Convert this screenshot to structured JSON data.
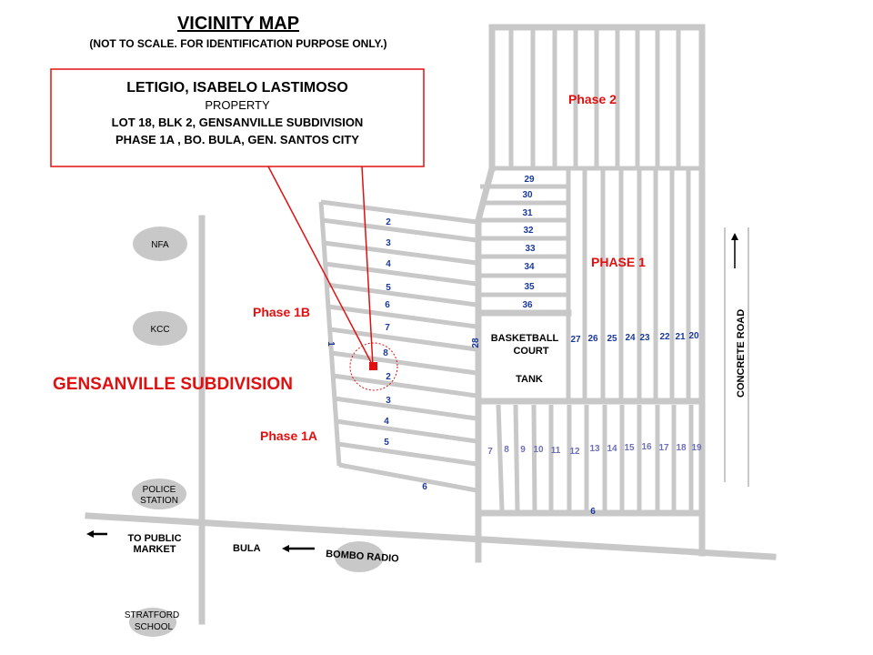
{
  "title": "VICINITY MAP",
  "subtitle": "(NOT TO SCALE. FOR IDENTIFICATION PURPOSE ONLY.)",
  "callout": {
    "owner": "LETIGIO, ISABELO LASTIMOSO",
    "type": "PROPERTY",
    "line1": "LOT 18, BLK 2, GENSANVILLE SUBDIVISION",
    "line2": "PHASE 1A , BO. BULA,  GEN. SANTOS CITY"
  },
  "subdivision_name": "GENSANVILLE SUBDIVISION",
  "phases": {
    "phase2": "Phase 2",
    "phase1": "PHASE 1",
    "phase1b": "Phase 1B",
    "phase1a": "Phase 1A"
  },
  "landmarks": {
    "nfa": "NFA",
    "kcc": "KCC",
    "police": [
      "POLICE",
      "STATION"
    ],
    "stratford": [
      "STRATFORD",
      "SCHOOL"
    ],
    "bombo": "BOMBO RADIO",
    "bula": "BULA",
    "market": [
      "TO PUBLIC",
      "MARKET"
    ],
    "concrete_road": "CONCRETE ROAD",
    "basketball": [
      "BASKETBALL",
      "COURT"
    ],
    "tank": "TANK"
  },
  "lots": {
    "phase1b": [
      "2",
      "3",
      "4",
      "5",
      "6",
      "7",
      "8"
    ],
    "phase1a": [
      "2",
      "3",
      "4",
      "5",
      "6"
    ],
    "block_left": "1",
    "block_28": "28",
    "upper": [
      "29",
      "30",
      "31",
      "32",
      "33",
      "34",
      "35",
      "36"
    ],
    "right": [
      "27",
      "26",
      "25",
      "24",
      "23",
      "22",
      "21",
      "20"
    ],
    "lower": [
      "7",
      "8",
      "9",
      "10",
      "11",
      "12",
      "13",
      "14",
      "15",
      "16",
      "17",
      "18",
      "19"
    ],
    "bottom": "6"
  },
  "colors": {
    "road": "#c8c8c8",
    "accent": "#e01010",
    "lot_number": "#1a3a9a"
  }
}
